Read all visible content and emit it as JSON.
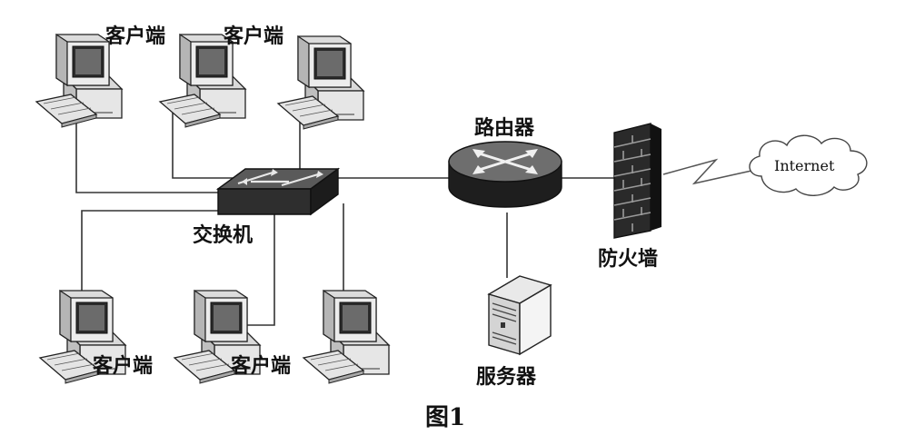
{
  "labels": {
    "client": "客户端",
    "switch": "交换机",
    "router": "路由器",
    "firewall": "防火墙",
    "server": "服务器",
    "internet": "Internet",
    "caption": "图1"
  }
}
